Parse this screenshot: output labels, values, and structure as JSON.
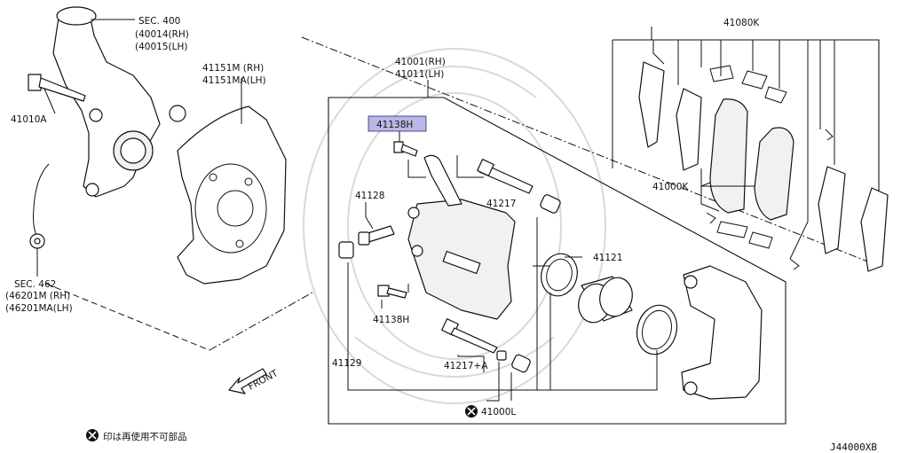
{
  "labels": {
    "sec400": "SEC. 400",
    "p40014": "(40014(RH)",
    "p40015": "(40015(LH)",
    "p41010a": "41010A",
    "p41151m": "41151M (RH)",
    "p41151ma": "41151MA(LH)",
    "p41001": "41001(RH)",
    "p41011": "41011(LH)",
    "p41138h_top": "41138H",
    "p41128": "41128",
    "p41217": "41217",
    "p41121": "41121",
    "p41138h_low": "41138H",
    "p41129": "41129",
    "p41217a": "41217+A",
    "p41000l": "41000L",
    "p41080k": "41080K",
    "p41000k": "41000K",
    "sec462": "SEC. 462",
    "p46201m": "(46201M (RH)",
    "p46201ma": "(46201MA(LH)",
    "front": "FRONT",
    "legend": "印は再使用不可部品",
    "code": "J44000XB"
  },
  "highlight_color": "#b8b8e6"
}
